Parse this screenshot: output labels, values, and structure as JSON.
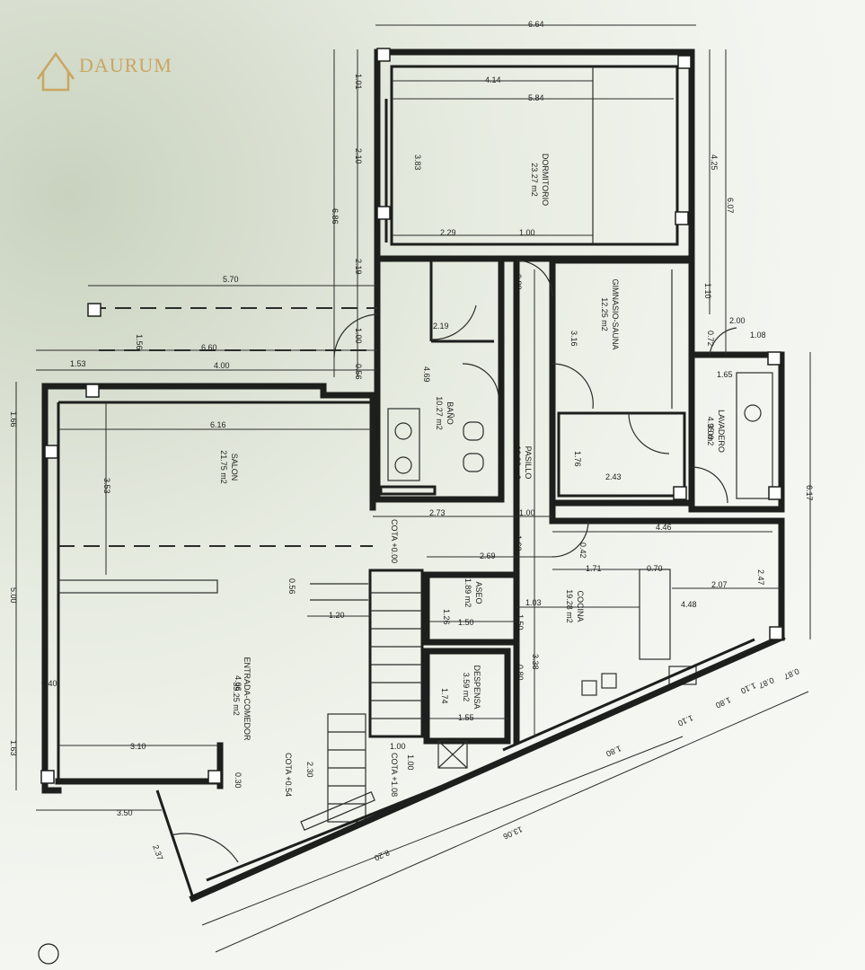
{
  "logo": {
    "text": "DAURUM"
  },
  "rooms": [
    {
      "name": "DORMITORIO",
      "area": "23.27 m2"
    },
    {
      "name": "GIMNASIO-SAUNA",
      "area": "12.25 m2"
    },
    {
      "name": "LAVADERO",
      "area": "4.95 m2"
    },
    {
      "name": "BAÑO",
      "area": "10.27 m2"
    },
    {
      "name": "PASILLO",
      "area": "10.03 m2"
    },
    {
      "name": "SALON",
      "area": "21.75 m2"
    },
    {
      "name": "ASEO",
      "area": "1.89 m2"
    },
    {
      "name": "COCINA",
      "area": "19.28 m2"
    },
    {
      "name": "DESPENSA",
      "area": "3.59 m2"
    },
    {
      "name": "ENTRADA-COMEDOR",
      "area": "35.25 m2"
    }
  ],
  "levels": [
    {
      "label": "COTA +0.00"
    },
    {
      "label": "COTA +1.08"
    },
    {
      "label": "COTA +0.54"
    }
  ],
  "dimensions": [
    "6.64",
    "4.14",
    "5.84",
    "3.83",
    "2.29",
    "1.00",
    "4.25",
    "6.07",
    "1.01",
    "2.10",
    "6.86",
    "2.19",
    "0.88",
    "1.10",
    "2.00",
    "0.72",
    "1.08",
    "5.70",
    "2.19",
    "3.16",
    "1.65",
    "1.56",
    "6.60",
    "1.53",
    "4.00",
    "1.00",
    "0.56",
    "4.69",
    "4.06",
    "3.00",
    "1.66",
    "6.16",
    "3.53",
    "1.76",
    "2.43",
    "6.17",
    "2.73",
    "1.00",
    "4.46",
    "1.60",
    "0.42",
    "2.69",
    "1.71",
    "0.70",
    "2.47",
    "0.56",
    "5.00",
    "1.26",
    "1.50",
    "1.03",
    "2.07",
    "1.20",
    "4.48",
    "1.50",
    "3.38",
    "0.80",
    "4.06",
    "0.40",
    "1.74",
    "1.55",
    "1.63",
    "3.10",
    "0.30",
    "2.30",
    "1.00",
    "1.00",
    "3.50",
    "2.37",
    "8.20",
    "13.06",
    "1.80",
    "1.10",
    "0.87",
    "1.80",
    "1.10",
    "0.87"
  ]
}
